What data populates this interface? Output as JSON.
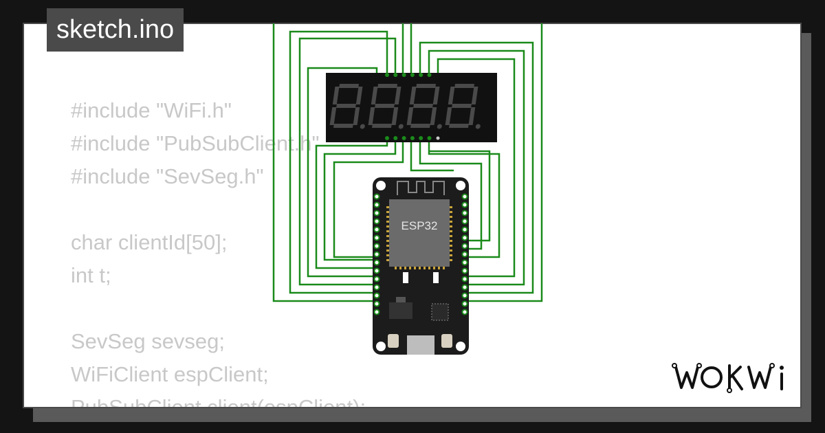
{
  "tab": {
    "label": "sketch.ino"
  },
  "code_lines": [
    "#include \"WiFi.h\"",
    "#include \"PubSubClient.h\"",
    "#include \"SevSeg.h\"",
    "",
    "char clientId[50];",
    "int t;",
    "",
    "SevSeg sevseg;",
    "WiFiClient espClient;",
    "PubSubClient client(espClient);"
  ],
  "board": {
    "label": "ESP32"
  },
  "display": {
    "digits": 4
  },
  "brand": {
    "logo_text": "WOKWi"
  },
  "colors": {
    "wire": "#1a8a1a",
    "code_text": "#c8c8c8",
    "tab_bg": "#4a4a4a",
    "board": "#1c1c1c",
    "chip": "#6b6b6b"
  }
}
